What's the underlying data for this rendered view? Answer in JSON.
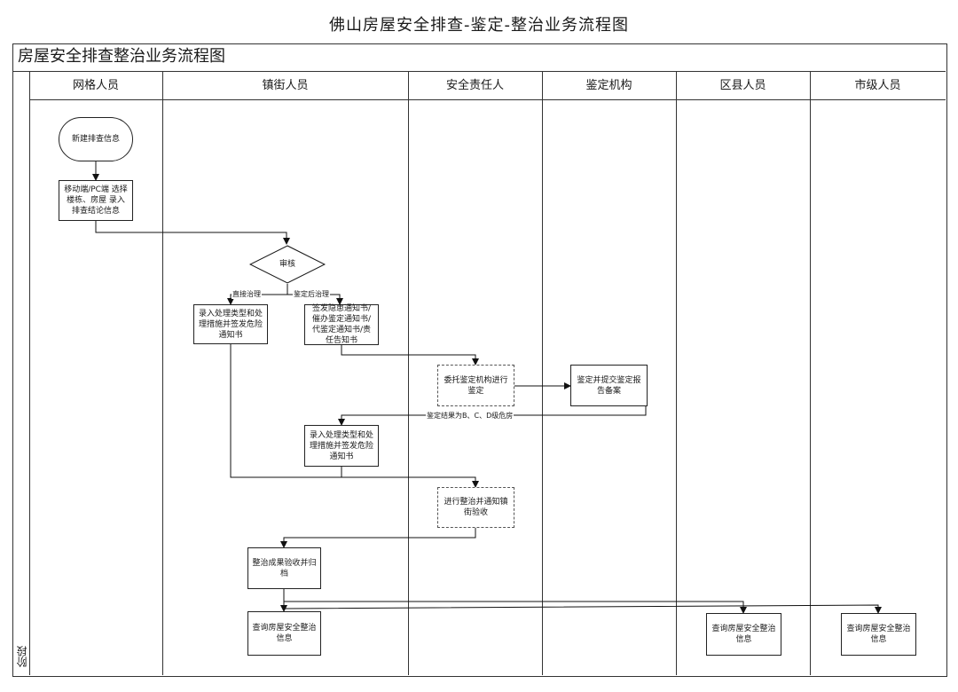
{
  "page_title": "佛山房屋安全排查-鉴定-整治业务流程图",
  "diagram_title": "房屋安全排查整治业务流程图",
  "lanes": [
    "网格人员",
    "镇街人员",
    "安全责任人",
    "鉴定机构",
    "区县人员",
    "市级人员"
  ],
  "stage_label": "阶段",
  "nodes": {
    "start": "新建排查信息",
    "enter_info": "移动端/PC端 选择楼栋、房屋 录入排查结论信息",
    "review": "审核",
    "direct_fix": "录入处理类型和处理措施并签发危险通知书",
    "issue_notice": "签发隐患通知书/催办鉴定通知书/代鉴定通知书/责任告知书",
    "entrust": "委托鉴定机构进行鉴定",
    "submit_report": "鉴定并提交鉴定报告备案",
    "fix_after_appraisal": "录入处理类型和处理措施并签发危险通知书",
    "rectify": "进行整治并通知镇街验收",
    "accept": "整治成果验收并归档",
    "query_town": "查询房屋安全整治信息",
    "query_district": "查询房屋安全整治信息",
    "query_city": "查询房屋安全整治信息"
  },
  "edge_labels": {
    "direct": "直接治理",
    "after_appraisal": "鉴定后治理",
    "result": "鉴定结果为B、C、D级危房"
  }
}
